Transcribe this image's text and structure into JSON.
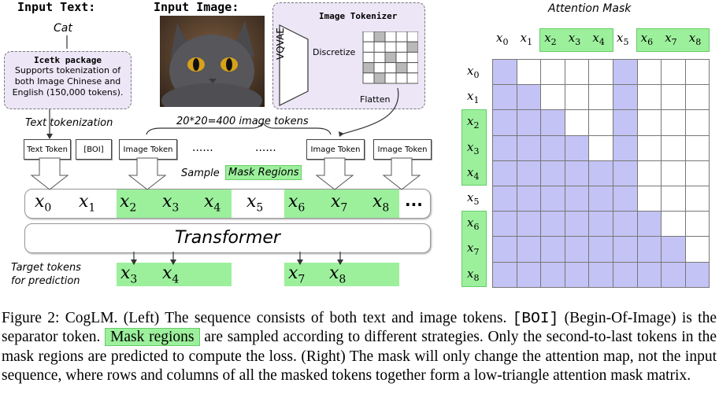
{
  "left": {
    "input_text_title": "Input Text:",
    "input_text_value": "Cat",
    "input_image_title": "Input Image:",
    "icetk_title": "Icetk package",
    "icetk_desc": [
      "Supports tokenization of",
      "both Image Chinese and",
      "English (150,000 tokens)."
    ],
    "tokenizer_title": "Image Tokenizer",
    "vqvae_label": "VQVAE",
    "discretize_label": "Discretize",
    "flatten_label": "Flatten",
    "text_tokenization_label": "Text tokenization",
    "image_tokens_count": "20*20=400 image tokens",
    "token_boxes": [
      "Text Token",
      "[BOI]",
      "Image Token",
      "Image Token",
      "Image Token"
    ],
    "ellipsis": "......",
    "sample_label": "Sample",
    "mask_regions_label": "Mask Regions",
    "sequence": [
      {
        "name": "x",
        "sub": "0",
        "green": false
      },
      {
        "name": "x",
        "sub": "1",
        "green": false
      },
      {
        "name": "x",
        "sub": "2",
        "green": true
      },
      {
        "name": "x",
        "sub": "3",
        "green": true
      },
      {
        "name": "x",
        "sub": "4",
        "green": true
      },
      {
        "name": "x",
        "sub": "5",
        "green": false
      },
      {
        "name": "x",
        "sub": "6",
        "green": true
      },
      {
        "name": "x",
        "sub": "7",
        "green": true
      },
      {
        "name": "x",
        "sub": "8",
        "green": true
      }
    ],
    "sequence_tail": "...",
    "transformer_label": "Transformer",
    "target_label": [
      "Target tokens",
      "for prediction"
    ],
    "targets": [
      {
        "name": "x",
        "sub": "3"
      },
      {
        "name": "x",
        "sub": "4"
      },
      {
        "name": "x",
        "sub": "7"
      },
      {
        "name": "x",
        "sub": "8"
      }
    ]
  },
  "right": {
    "title": "Attention Mask",
    "labels": [
      {
        "name": "x",
        "sub": "0",
        "group": 0
      },
      {
        "name": "x",
        "sub": "1",
        "group": 0
      },
      {
        "name": "x",
        "sub": "2",
        "group": 1
      },
      {
        "name": "x",
        "sub": "3",
        "group": 1
      },
      {
        "name": "x",
        "sub": "4",
        "group": 1
      },
      {
        "name": "x",
        "sub": "5",
        "group": 0
      },
      {
        "name": "x",
        "sub": "6",
        "group": 2
      },
      {
        "name": "x",
        "sub": "7",
        "group": 2
      },
      {
        "name": "x",
        "sub": "8",
        "group": 2
      }
    ],
    "mask": [
      [
        1,
        0,
        0,
        0,
        0,
        1,
        0,
        0,
        0
      ],
      [
        1,
        1,
        0,
        0,
        0,
        1,
        0,
        0,
        0
      ],
      [
        1,
        1,
        1,
        0,
        0,
        1,
        0,
        0,
        0
      ],
      [
        1,
        1,
        1,
        1,
        0,
        1,
        0,
        0,
        0
      ],
      [
        1,
        1,
        1,
        1,
        1,
        1,
        0,
        0,
        0
      ],
      [
        1,
        1,
        1,
        1,
        1,
        1,
        0,
        0,
        0
      ],
      [
        1,
        1,
        1,
        1,
        1,
        1,
        1,
        0,
        0
      ],
      [
        1,
        1,
        1,
        1,
        1,
        1,
        1,
        1,
        0
      ],
      [
        1,
        1,
        1,
        1,
        1,
        1,
        1,
        1,
        1
      ]
    ],
    "colors": {
      "filled": "#c3c3f5",
      "empty": "#ffffff",
      "group": "#9cf09c"
    }
  },
  "caption": {
    "p1": "Figure 2: CogLM. (Left) The sequence consists of both text and image tokens.",
    "boi": "[BOI]",
    "p2": "(Begin-Of-Image) is the separator token.",
    "mask_regions": "Mask regions",
    "p3": "are sampled according to different strategies. Only the second-to-last tokens in the mask regions are predicted to compute the loss. (Right) The mask will only change the attention map, not the input sequence, where rows and columns of all the masked tokens together form a low-triangle attention mask matrix."
  }
}
